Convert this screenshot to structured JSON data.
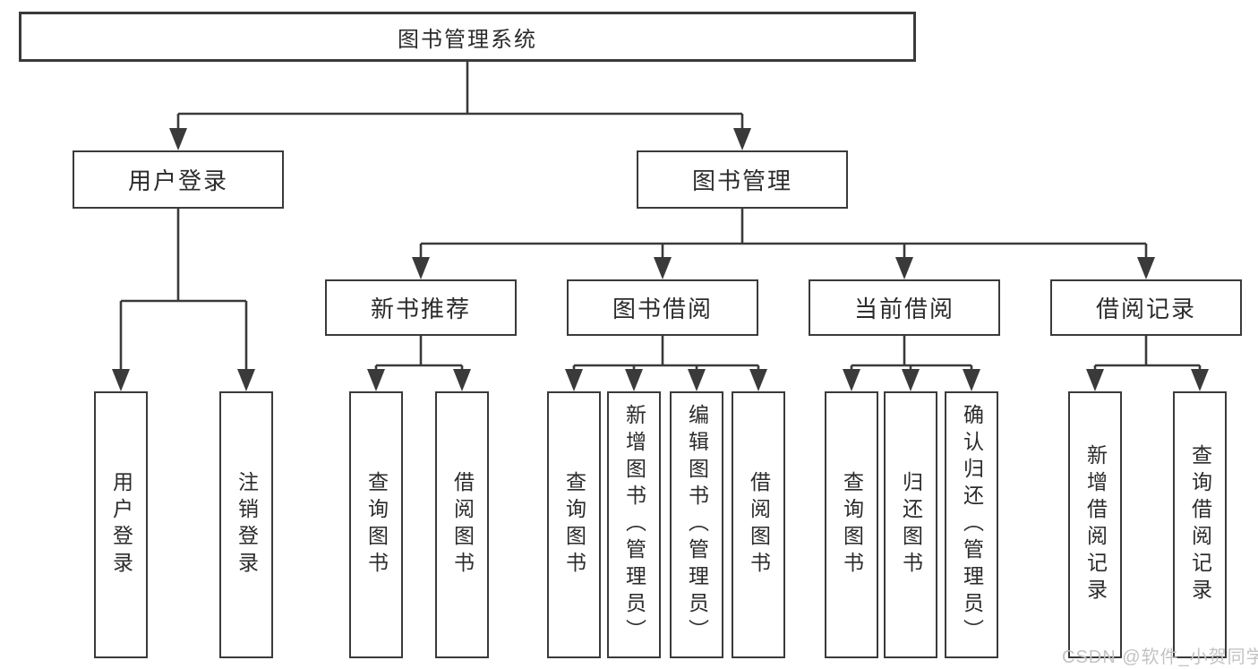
{
  "diagram": {
    "root": "图书管理系统",
    "level2": [
      "用户登录",
      "图书管理"
    ],
    "level3": [
      "新书推荐",
      "图书借阅",
      "当前借阅",
      "借阅记录"
    ],
    "leaves": [
      "用户登录",
      "注销登录",
      "查询图书",
      "借阅图书",
      "查询图书",
      "新增图书（管理员）",
      "编辑图书（管理员）",
      "借阅图书",
      "查询图书",
      "归还图书",
      "确认归还（管理员）",
      "新增借阅记录",
      "查询借阅记录"
    ],
    "hierarchy": {
      "图书管理系统": [
        "用户登录",
        "图书管理"
      ],
      "用户登录": [
        "用户登录",
        "注销登录"
      ],
      "图书管理": [
        "新书推荐",
        "图书借阅",
        "当前借阅",
        "借阅记录"
      ],
      "新书推荐": [
        "查询图书",
        "借阅图书"
      ],
      "图书借阅": [
        "查询图书",
        "新增图书（管理员）",
        "编辑图书（管理员）",
        "借阅图书"
      ],
      "当前借阅": [
        "查询图书",
        "归还图书",
        "确认归还（管理员）"
      ],
      "借阅记录": [
        "新增借阅记录",
        "查询借阅记录"
      ]
    },
    "colors": {
      "line": "#3a3a3a",
      "box_border": "#3a3a3a",
      "box_background": "#ffffff",
      "text": "#2b2b2b",
      "watermark": "#c3c3c3"
    }
  },
  "watermark": "CSDN @软件_小贺同学"
}
